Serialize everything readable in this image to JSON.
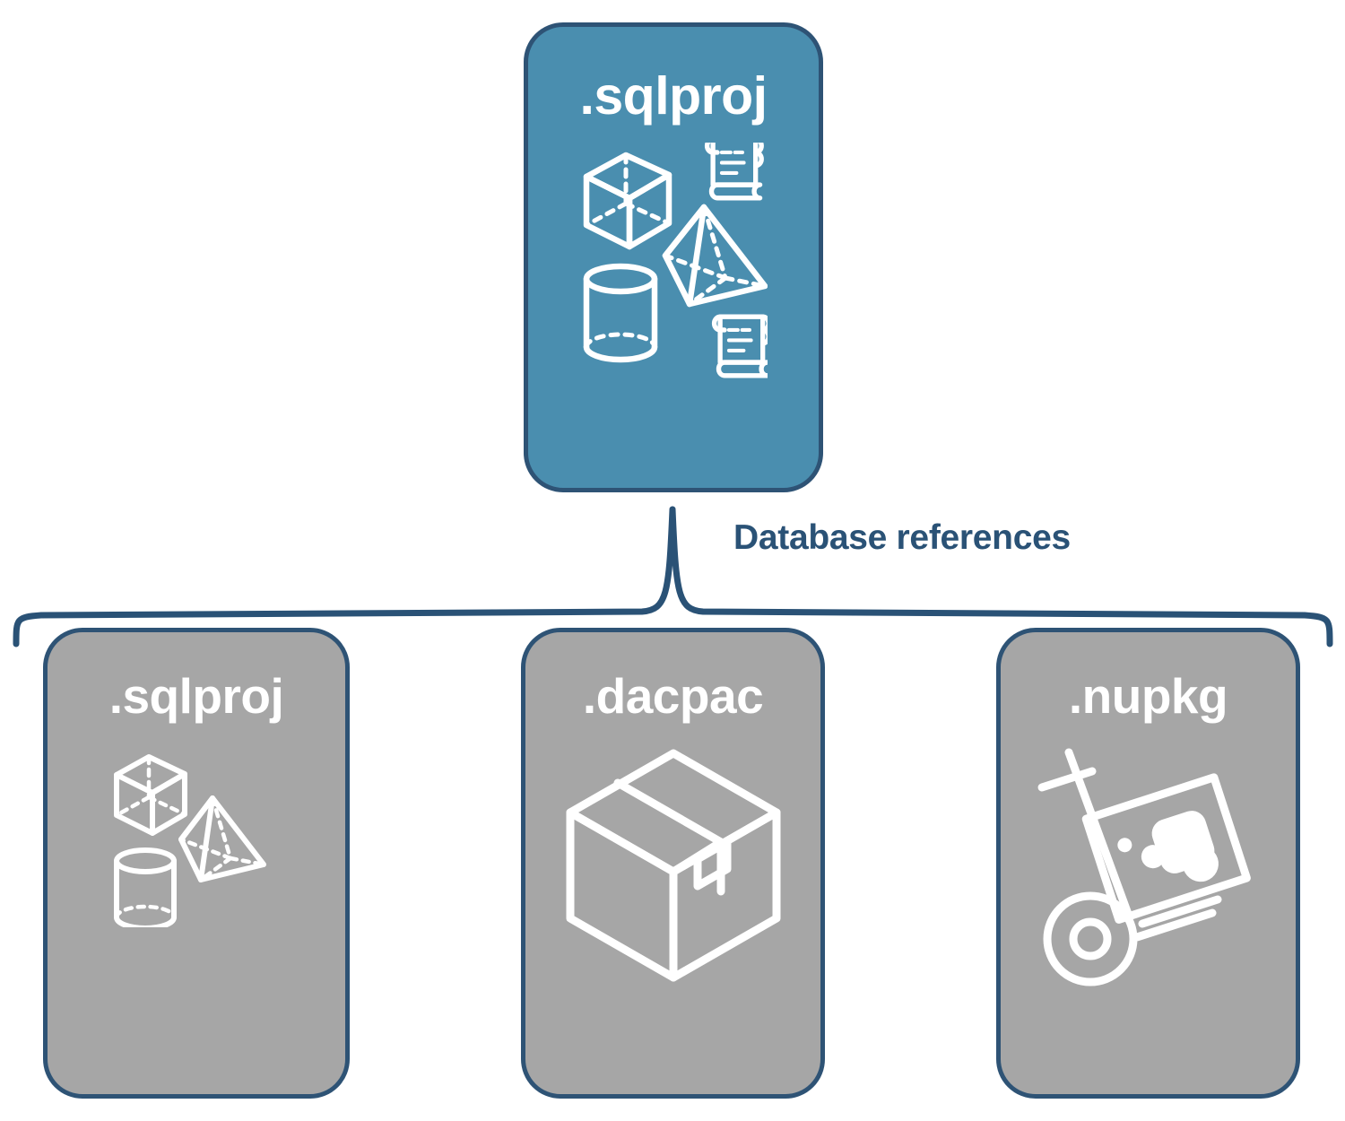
{
  "diagram": {
    "title_text": "Database references",
    "colors": {
      "primary_card_fill": "#4A8EAF",
      "secondary_card_fill": "#A6A6A6",
      "card_border": "#2E5375",
      "label_text": "#2A5276",
      "icon_stroke": "#FFFFFF",
      "background": "#FFFFFF"
    },
    "root": {
      "label": ".sqlproj",
      "fill": "primary",
      "icon": "database-objects-icon",
      "icon_parts": [
        "cube-icon",
        "scroll-icon",
        "pyramid-icon",
        "cylinder-icon",
        "scroll-icon"
      ]
    },
    "connector": {
      "type": "curly-brace",
      "label": "Database references",
      "direction": "down"
    },
    "references": [
      {
        "label": ".sqlproj",
        "fill": "secondary",
        "icon": "database-objects-icon",
        "icon_parts": [
          "cube-icon",
          "pyramid-icon",
          "cylinder-icon"
        ]
      },
      {
        "label": ".dacpac",
        "fill": "secondary",
        "icon": "package-box-icon",
        "icon_parts": [
          "box-icon"
        ]
      },
      {
        "label": ".nupkg",
        "fill": "secondary",
        "icon": "hand-truck-package-icon",
        "icon_parts": [
          "hand-truck-icon",
          "package-label-icon"
        ]
      }
    ]
  }
}
